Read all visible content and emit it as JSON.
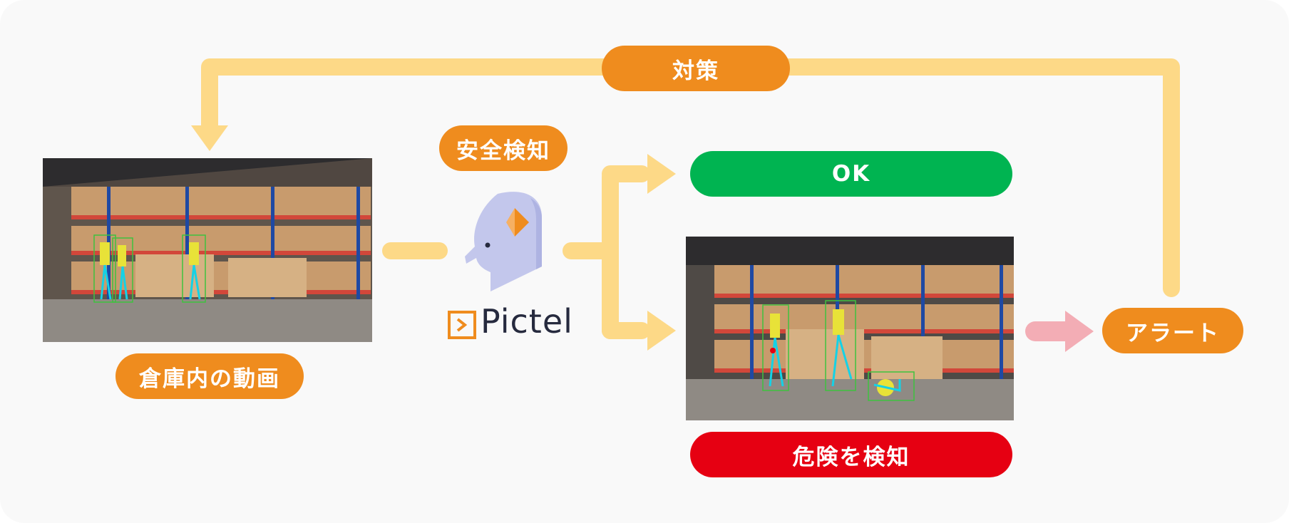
{
  "labels": {
    "countermeasure": "対策",
    "safety_detection": "安全検知",
    "warehouse_video": "倉庫内の動画",
    "ok": "OK",
    "danger_detected": "危険を検知",
    "alert": "アラート"
  },
  "logo": {
    "brand": "Pictel"
  },
  "colors": {
    "orange": "#ef8c1e",
    "green": "#00b451",
    "red": "#e60012",
    "arrow_yellow": "#fdd987",
    "arrow_pink": "#f3adb5",
    "logo_head": "#c3c7ec"
  },
  "icons": [
    "pictel-head-icon",
    "pictel-logo-mark-icon"
  ]
}
